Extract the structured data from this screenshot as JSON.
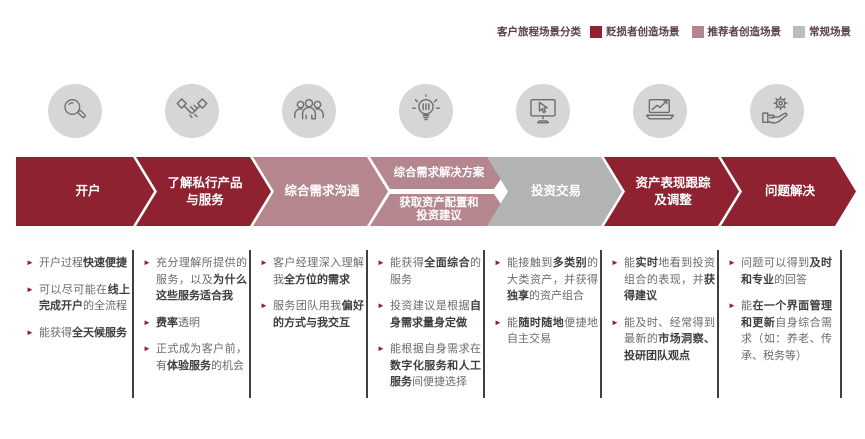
{
  "legend": {
    "title": "客户旅程场景分类",
    "items": [
      {
        "label": "贬损者创造场景",
        "color": "#8e2231"
      },
      {
        "label": "推荐者创造场景",
        "color": "#b5868e"
      },
      {
        "label": "常规场景",
        "color": "#bcbcbc"
      }
    ]
  },
  "colors": {
    "detractor": "#8e2231",
    "promoter": "#b5868e",
    "regular": "#b3b3b3"
  },
  "stages": [
    {
      "label": "开户",
      "type": "detractor",
      "icon": "search-icon",
      "bullets": [
        [
          {
            "t": "开户过程"
          },
          {
            "t": "快速便捷",
            "b": true
          }
        ],
        [
          {
            "t": "可以尽可能在"
          },
          {
            "t": "线上完成开户",
            "b": true
          },
          {
            "t": "的全流程"
          }
        ],
        [
          {
            "t": "能获得"
          },
          {
            "t": "全天候服务",
            "b": true
          }
        ]
      ]
    },
    {
      "label": "了解私行产品\n与服务",
      "type": "detractor",
      "icon": "handshake-icon",
      "bullets": [
        [
          {
            "t": "充分理解所提供的服务，以及"
          },
          {
            "t": "为什么这些服务适合我",
            "b": true
          }
        ],
        [
          {
            "t": "费率",
            "b": true
          },
          {
            "t": "透明"
          }
        ],
        [
          {
            "t": "正式成为客户前，有"
          },
          {
            "t": "体验服务",
            "b": true
          },
          {
            "t": "的机会"
          }
        ]
      ]
    },
    {
      "label": "综合需求沟通",
      "type": "promoter",
      "icon": "people-group-icon",
      "bullets": [
        [
          {
            "t": "客户经理深入理解我"
          },
          {
            "t": "全方位的需求",
            "b": true
          }
        ],
        [
          {
            "t": "服务团队用我"
          },
          {
            "t": "偏好的方式与我交互",
            "b": true
          }
        ]
      ]
    },
    {
      "split": true,
      "label_top": "综合需求解决方案",
      "label_bottom": "获取资产配置和\n投资建议",
      "type": "promoter",
      "icon": "lightbulb-icon",
      "bullets": [
        [
          {
            "t": "能获得"
          },
          {
            "t": "全面综合",
            "b": true
          },
          {
            "t": "的服务"
          }
        ],
        [
          {
            "t": "投资建议是根据"
          },
          {
            "t": "自身需求量身定做",
            "b": true
          }
        ],
        [
          {
            "t": "能根据自身需求在"
          },
          {
            "t": "数字化服务和人工服务",
            "b": true
          },
          {
            "t": "间便捷选择"
          }
        ]
      ]
    },
    {
      "label": "投资交易",
      "type": "regular",
      "icon": "monitor-cursor-icon",
      "bullets": [
        [
          {
            "t": "能接触到"
          },
          {
            "t": "多类别",
            "b": true
          },
          {
            "t": "的大类资产，并获得"
          },
          {
            "t": "独享",
            "b": true
          },
          {
            "t": "的资产组合"
          }
        ],
        [
          {
            "t": "能"
          },
          {
            "t": "随时随地",
            "b": true
          },
          {
            "t": "便捷地自主交易"
          }
        ]
      ]
    },
    {
      "label": "资产表现跟踪\n及调整",
      "type": "detractor",
      "icon": "laptop-chart-icon",
      "bullets": [
        [
          {
            "t": "能"
          },
          {
            "t": "实时",
            "b": true
          },
          {
            "t": "地看到投资组合的表现，并"
          },
          {
            "t": "获得建议",
            "b": true
          }
        ],
        [
          {
            "t": "能及时、经常得到最新的"
          },
          {
            "t": "市场洞察、投研团队观点",
            "b": true
          }
        ]
      ]
    },
    {
      "label": "问题解决",
      "type": "detractor",
      "icon": "hand-gear-icon",
      "bullets": [
        [
          {
            "t": "问题可以得到"
          },
          {
            "t": "及时和专业",
            "b": true
          },
          {
            "t": "的回答"
          }
        ],
        [
          {
            "t": "能"
          },
          {
            "t": "在一个界面管理和更新",
            "b": true
          },
          {
            "t": "自身综合需求（如：养老、传承、税务等）"
          }
        ]
      ]
    }
  ]
}
